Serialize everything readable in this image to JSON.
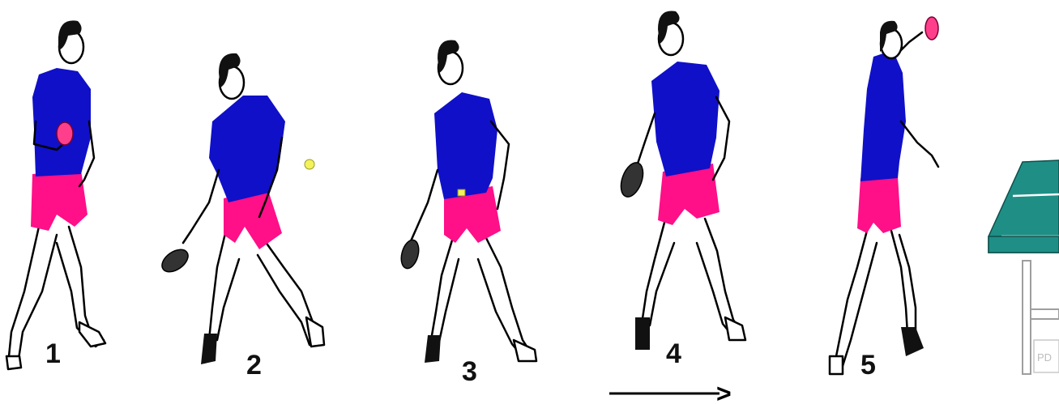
{
  "figure": {
    "colors": {
      "shirt": "#1010c8",
      "shorts": "#ff0f88",
      "hair": "#111111",
      "paddle": "#ff3f8c",
      "ball": "#f2f25a",
      "table_top": "#1f8f86",
      "table_leg": "#c9c9c9",
      "outline": "#000000"
    },
    "steps": [
      {
        "label": "1"
      },
      {
        "label": "2"
      },
      {
        "label": "3"
      },
      {
        "label": "4"
      },
      {
        "label": "5"
      }
    ],
    "arrow": {
      "label": ">"
    },
    "table": {
      "label": "PD"
    }
  }
}
